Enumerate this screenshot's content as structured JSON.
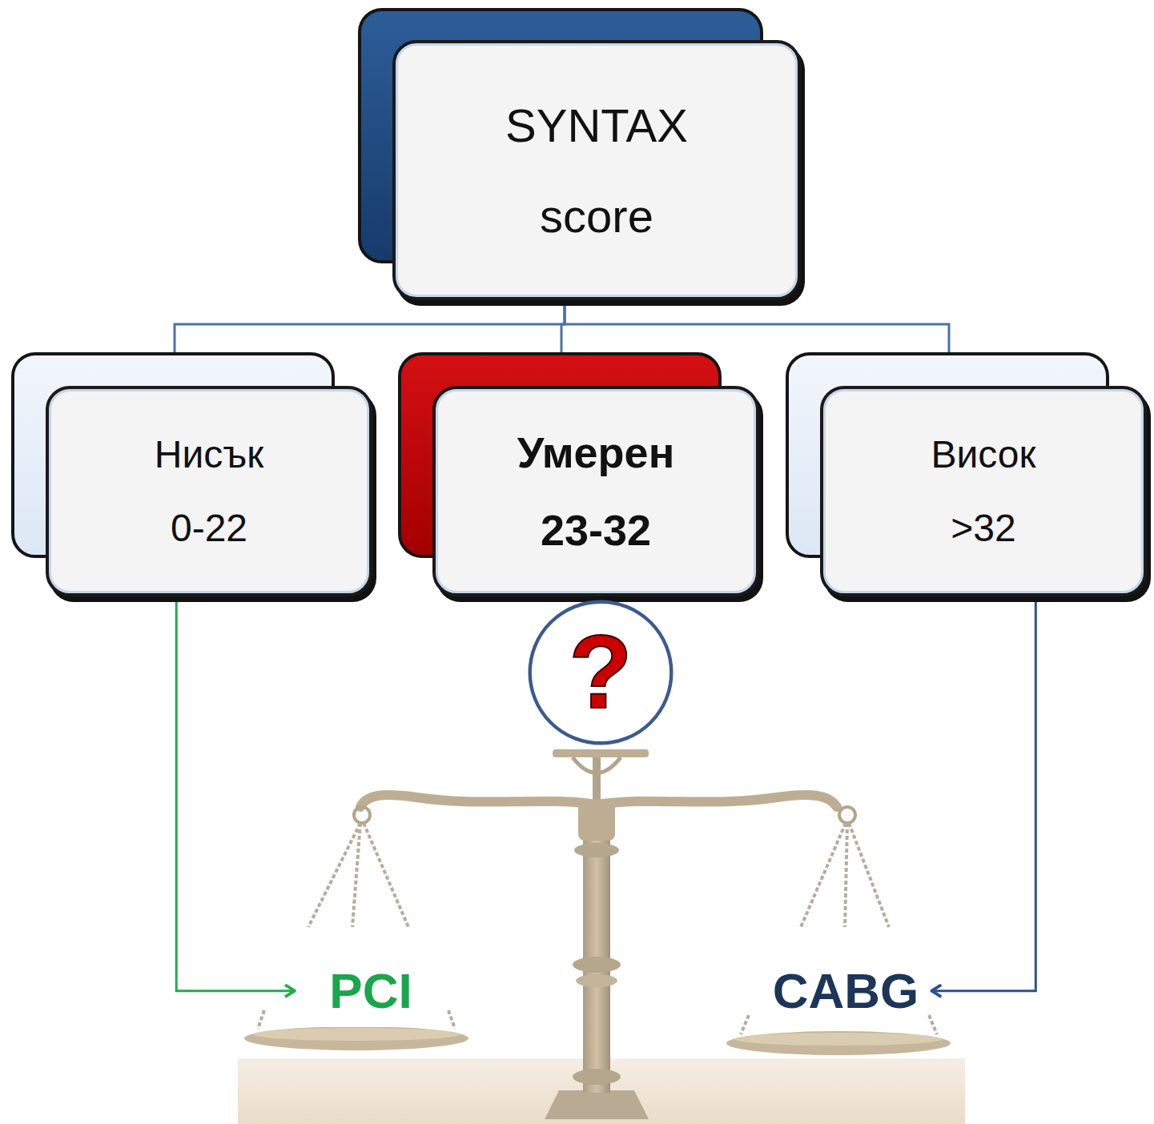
{
  "diagram": {
    "nodes": [
      {
        "text": [
          "SYNTAX score"
        ]
      },
      {
        "text": [
          "Нисък",
          "0-22"
        ]
      },
      {
        "text": [
          "Умерен",
          "23-32"
        ]
      },
      {
        "text": [
          "Висок",
          ">32"
        ]
      },
      {
        "text": [
          "?"
        ]
      },
      {
        "text": [
          "PCI"
        ]
      },
      {
        "text": [
          "CABG"
        ]
      }
    ],
    "edges": [
      {
        "from": 0,
        "to": 1,
        "arrow": "none"
      },
      {
        "from": 0,
        "to": 2,
        "arrow": "none"
      },
      {
        "from": 0,
        "to": 3,
        "arrow": "none"
      },
      {
        "from": 1,
        "to": 5,
        "arrow": "to"
      },
      {
        "from": 3,
        "to": 6,
        "arrow": "to"
      }
    ]
  }
}
